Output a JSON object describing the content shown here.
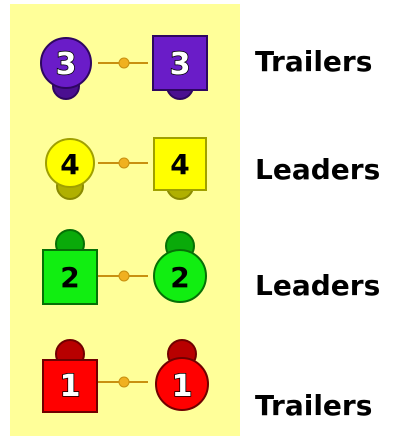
{
  "rows": [
    {
      "number": "3",
      "label": "Trailers",
      "fill": "#6a1cc8",
      "text_color": "#ffffff",
      "left_shape": "circle",
      "right_shape": "square",
      "tab_side": "bottom"
    },
    {
      "number": "4",
      "label": "Leaders",
      "fill": "#ffff00",
      "text_color": "#000000",
      "left_shape": "circle",
      "right_shape": "square",
      "tab_side": "bottom"
    },
    {
      "number": "2",
      "label": "Leaders",
      "fill": "#11ee11",
      "text_color": "#000000",
      "left_shape": "square",
      "right_shape": "circle",
      "tab_side": "top"
    },
    {
      "number": "1",
      "label": "Trailers",
      "fill": "#ff0000",
      "text_color": "#ffffff",
      "left_shape": "square",
      "right_shape": "circle",
      "tab_side": "top"
    }
  ],
  "colors": {
    "panel": "#ffff99",
    "connector": "#f0b020"
  }
}
